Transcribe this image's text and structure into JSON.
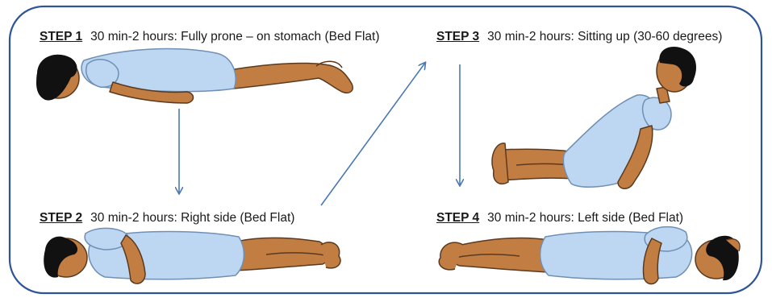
{
  "colors": {
    "frame": "#2f5597",
    "arrow": "#4a78b5",
    "gown": "#bdd7f2",
    "gown_stroke": "#6f8fb4",
    "skin": "#c27d43",
    "skin_stroke": "#5a3a1f",
    "hair": "#111111"
  },
  "steps": [
    {
      "id": "STEP 1",
      "text": "30 min-2 hours: Fully prone – on stomach (Bed Flat)",
      "pose": "prone"
    },
    {
      "id": "STEP 2",
      "text": "30 min-2 hours: Right side (Bed Flat)",
      "pose": "right-side"
    },
    {
      "id": "STEP 3",
      "text": "30 min-2 hours: Sitting up (30-60 degrees)",
      "pose": "sitting-up"
    },
    {
      "id": "STEP 4",
      "text": "30 min-2 hours: Left side (Bed Flat)",
      "pose": "left-side"
    }
  ]
}
